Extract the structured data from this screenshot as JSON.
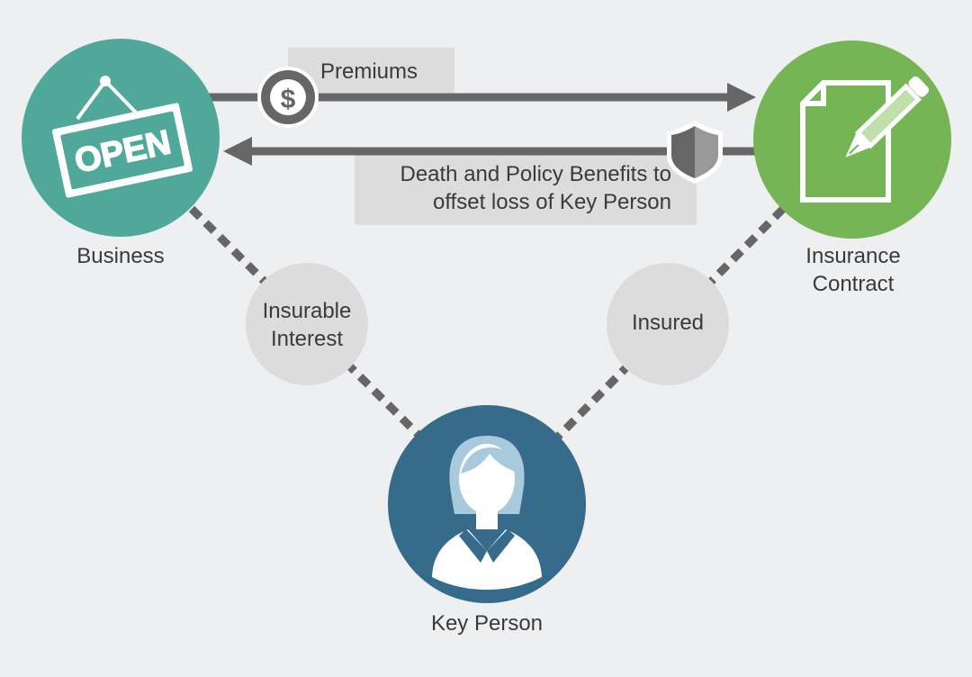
{
  "arrows": {
    "premiums_label": "Premiums",
    "benefits_line1": "Death and Policy Benefits to",
    "benefits_line2": "offset loss of Key Person"
  },
  "nodes": {
    "business": {
      "label": "Business",
      "sign_text": "OPEN",
      "color": "#4fa89a"
    },
    "insurance_contract": {
      "label_line1": "Insurance",
      "label_line2": "Contract",
      "color": "#76b556"
    },
    "key_person": {
      "label": "Key Person",
      "color": "#366b8c"
    }
  },
  "relationships": {
    "insurable_interest_line1": "Insurable",
    "insurable_interest_line2": "Interest",
    "insured": "Insured"
  },
  "icons": {
    "premium": {
      "name": "dollar-coin-icon",
      "symbol": "$"
    },
    "benefit": {
      "name": "shield-icon"
    }
  },
  "colors": {
    "background": "#eeeff1",
    "arrow": "#666666",
    "dotted_line": "#666666",
    "label_box": "#dcdcdc",
    "relationship_circle": "#dcdcdc"
  }
}
